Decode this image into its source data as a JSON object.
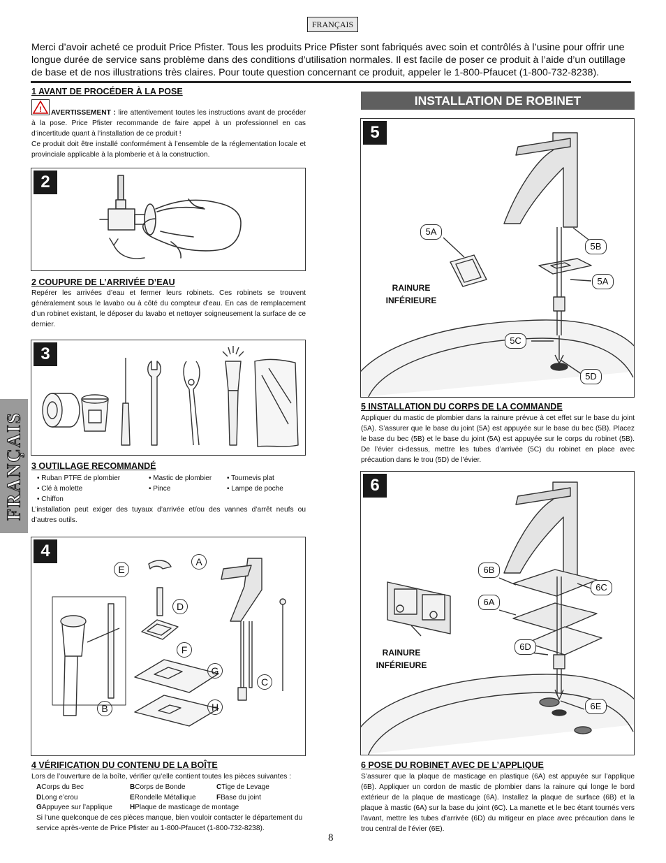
{
  "header": {
    "lang_tab": "FRANÇAIS",
    "intro": "Merci d’avoir acheté ce produit Price Pfister. Tous les produits Price Pfister sont fabriqués avec soin et contrôlés à l’usine pour offrir une longue durée de service sans problème dans des conditions d’utilisation normales. Il est facile de poser ce produit à l’aide d’un outillage de base et de nos illustrations très claires. Pour toute question concernant ce produit, appeler le 1-800-Pfaucet (1-800-732-8238)."
  },
  "side_tab": "FRANÇAIS",
  "section1": {
    "title": "1  AVANT DE PROCÉDER À LA POSE",
    "warning_label": "AVERTISSEMENT :",
    "warning_text": " lire attentivement toutes les instructions avant de procéder à la pose. Price Pfister recommande de faire appel à un professionnel en cas d’incertitude quant à l’installation de ce produit !",
    "text2": "Ce produit doit être installé conformément à l’ensemble de la réglementation locale et provinciale applicable à la plomberie et à la construction."
  },
  "panel2": {
    "num": "2"
  },
  "section2": {
    "title": "2  COUPURE DE L’ARRIVÉE D’EAU",
    "text": "Repérer les arrivées d’eau et fermer leurs robinets. Ces robinets se trouvent généralement sous le lavabo ou à côté du compteur d’eau. En cas de remplacement d’un robinet existant, le déposer du lavabo et nettoyer soigneusement la surface de ce dernier."
  },
  "panel3": {
    "num": "3"
  },
  "section3": {
    "title": "3  OUTILLAGE RECOMMANDÉ",
    "tools": {
      "t1": "• Ruban PTFE de plombier",
      "t2": "• Mastic de plombier",
      "t3": "• Tournevis plat",
      "t4": "• Clé à molette",
      "t5": "• Pince",
      "t6": "• Lampe de poche",
      "t7": "• Chiffon"
    },
    "note": "L’installation peut exiger des tuyaux d’arrivée et/ou des vannes d’arrêt neufs ou d’autres outils."
  },
  "panel4": {
    "num": "4",
    "labels": {
      "a": "A",
      "b": "B",
      "c": "C",
      "d": "D",
      "e": "E",
      "f": "F",
      "g": "G",
      "h": "H"
    }
  },
  "section4": {
    "title": "4  VÉRIFICATION DU CONTENU DE LA BOÎTE",
    "intro": "Lors de l’ouverture de la boîte, vérifier qu’elle contient toutes les pièces suivantes :",
    "parts": {
      "a_k": "A",
      "a_v": " Corps du Bec",
      "b_k": "B",
      "b_v": " Corps de Bonde",
      "c_k": "C",
      "c_v": " Tige de Levage",
      "d_k": "D",
      "d_v": " Long e’crou",
      "e_k": "E",
      "e_v": " Rondelle Métallique",
      "f_k": "F",
      "f_v": " Base du joint",
      "g_k": "G",
      "g_v": " Appuyee sur l’applique",
      "h_k": "H",
      "h_v": " Plaque de masticage de montage"
    },
    "contact": "Si l’une quelconque de ces pièces manque, bien vouloir contacter le département du service après-vente de Price Pfister au 1-800-Pfaucet (1-800-732-8238)."
  },
  "install_header": "INSTALLATION DE ROBINET",
  "panel5": {
    "num": "5",
    "c5a1": "5A",
    "c5b": "5B",
    "c5a2": "5A",
    "c5c": "5C",
    "c5d": "5D",
    "rainure1": "RAINURE",
    "rainure2": "INFÉRIEURE"
  },
  "section5": {
    "title": "5  INSTALLATION DU CORPS DE LA COMMANDE",
    "text": "Appliquer du mastic de plombier dans la rainure prévue à cet effet sur le base du joint (5A). S’assurer que le base du joint (5A) est appuyée sur le base du bec (5B).  Placez le base du bec (5B) et le base du joint (5A) est appuyée sur le corps du robinet (5B). De l’évier ci-dessus, mettre les tubes d’arrivée (5C) du robinet en place avec précaution dans le trou (5D) de l’évier."
  },
  "panel6": {
    "num": "6",
    "c6b": "6B",
    "c6c": "6C",
    "c6a": "6A",
    "c6d": "6D",
    "c6e": "6E",
    "rainure1": "RAINURE",
    "rainure2": "INFÉRIEURE"
  },
  "section6": {
    "title": "6  POSE DU ROBINET AVEC DE L’APPLIQUE",
    "text": "S’assurer que la plaque de masticage en plastique (6A) est appuyée sur l’applique (6B). Appliquer un cordon de mastic de plombier dans la rainure qui longe le bord extérieur de la plaque de masticage (6A). Installez la plaque de surface (6B) et la plaque à mastic (6A) sur la base du joint (6C). La manette et le bec étant tournés vers l’avant, mettre les tubes d’arrivée (6D) du mitigeur en place avec précaution dans le trou central de l’évier (6E)."
  },
  "page_number": "8"
}
